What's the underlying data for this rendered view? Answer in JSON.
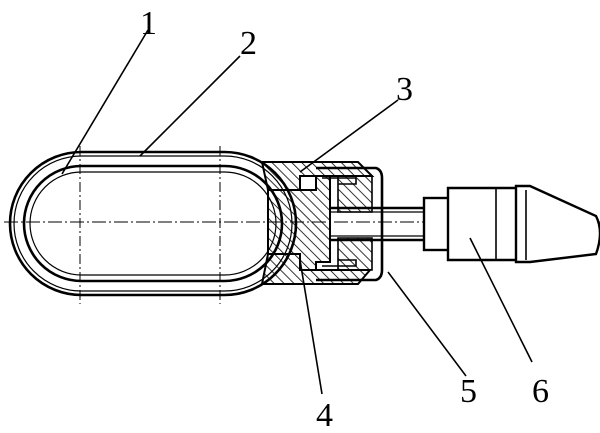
{
  "labels": {
    "p1": "1",
    "p2": "2",
    "p3": "3",
    "p4": "4",
    "p5": "5",
    "p6": "6"
  }
}
